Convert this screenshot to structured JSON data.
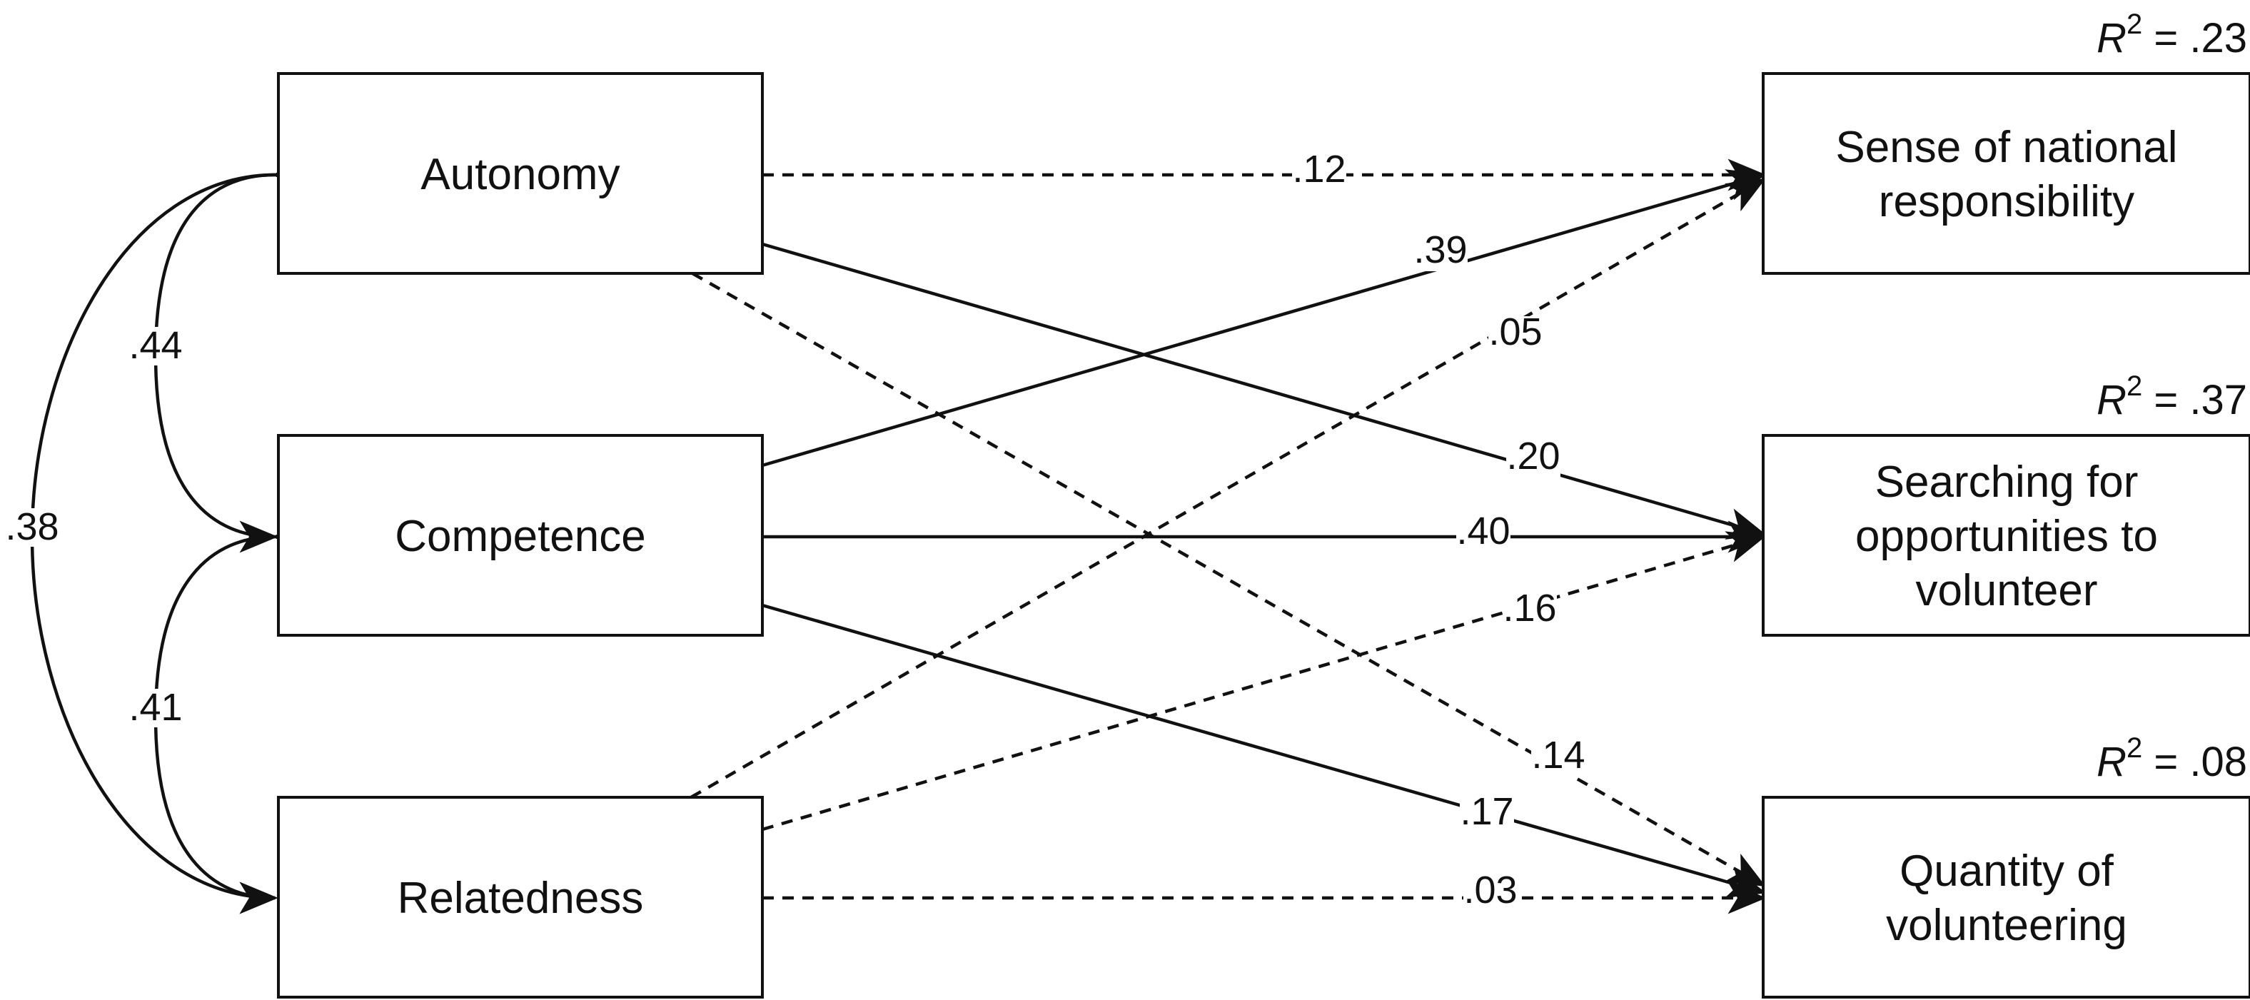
{
  "predictors": [
    {
      "id": "autonomy",
      "label": "Autonomy"
    },
    {
      "id": "competence",
      "label": "Competence"
    },
    {
      "id": "relatedness",
      "label": "Relatedness"
    }
  ],
  "outcomes": [
    {
      "id": "national",
      "lines": [
        "Sense of national",
        "responsibility"
      ],
      "r2_symbol": "R",
      "r2_exp": "2",
      "r2_value": " = .23"
    },
    {
      "id": "searching",
      "lines": [
        "Searching for",
        "opportunities to",
        "volunteer"
      ],
      "r2_symbol": "R",
      "r2_exp": "2",
      "r2_value": " = .37"
    },
    {
      "id": "quantity",
      "lines": [
        "Quantity of",
        "volunteering"
      ],
      "r2_symbol": "R",
      "r2_exp": "2",
      "r2_value": " = .08"
    }
  ],
  "paths": [
    {
      "from": "autonomy",
      "to": "national",
      "coef": ".12",
      "style": "dashed"
    },
    {
      "from": "autonomy",
      "to": "searching",
      "coef": ".20",
      "style": "solid"
    },
    {
      "from": "autonomy",
      "to": "quantity",
      "coef": ".14",
      "style": "dashed"
    },
    {
      "from": "competence",
      "to": "national",
      "coef": ".39",
      "style": "solid"
    },
    {
      "from": "competence",
      "to": "searching",
      "coef": ".40",
      "style": "solid"
    },
    {
      "from": "competence",
      "to": "quantity",
      "coef": ".17",
      "style": "solid"
    },
    {
      "from": "relatedness",
      "to": "national",
      "coef": ".05",
      "style": "dashed"
    },
    {
      "from": "relatedness",
      "to": "searching",
      "coef": ".16",
      "style": "dashed"
    },
    {
      "from": "relatedness",
      "to": "quantity",
      "coef": ".03",
      "style": "dashed"
    }
  ],
  "correlations": [
    {
      "a": "autonomy",
      "b": "competence",
      "coef": ".44"
    },
    {
      "a": "competence",
      "b": "relatedness",
      "coef": ".41"
    },
    {
      "a": "autonomy",
      "b": "relatedness",
      "coef": ".38"
    }
  ]
}
